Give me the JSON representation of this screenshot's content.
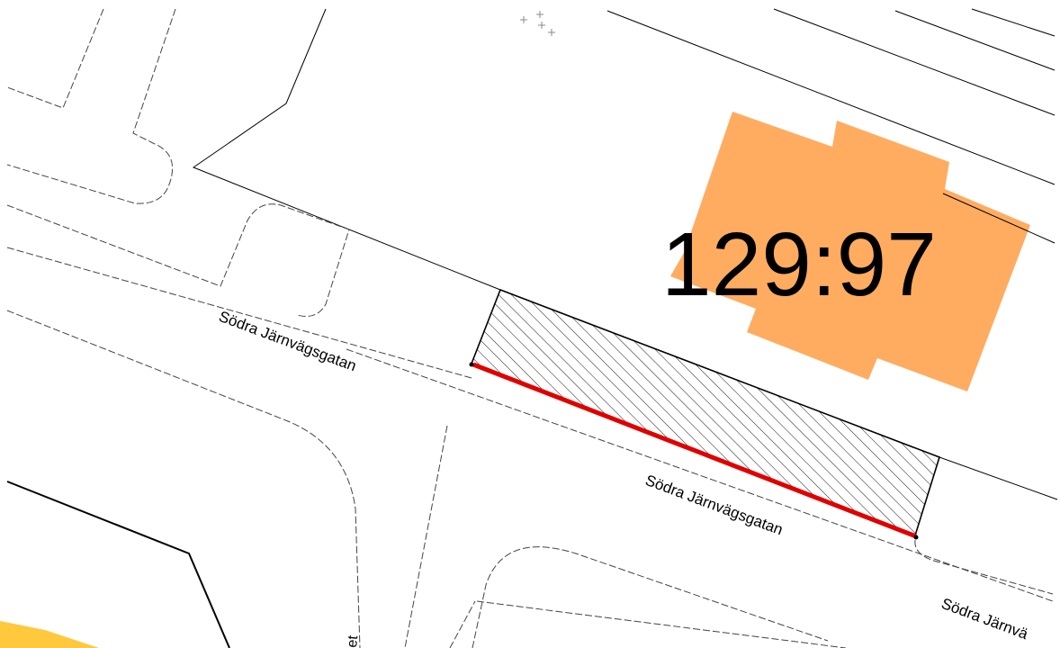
{
  "map": {
    "parcel_label": "129:97",
    "street_labels": [
      "Södra Järnvägsgatan",
      "Södra Järnvägsgatan",
      "Södra Järnvä"
    ],
    "partial_label": "et"
  },
  "colors": {
    "background": "#ffffff",
    "building_fill": "#ffac61",
    "corner_yellow": "#ffc83d",
    "highlight_line": "#e00000",
    "line": "#000000",
    "dashed_line": "#444444"
  },
  "icons": {
    "survey_cross": "survey-point-icon"
  }
}
